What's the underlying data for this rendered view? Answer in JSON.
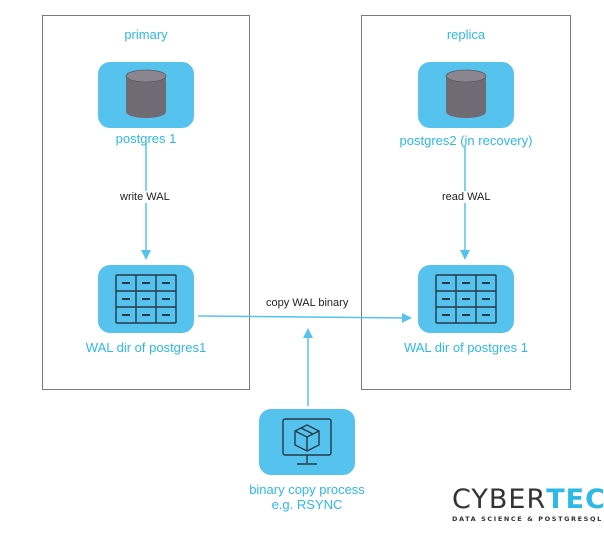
{
  "primary": {
    "title": "primary",
    "db_label": "postgres 1",
    "edge_label": "write WAL",
    "wal_label": "WAL dir of postgres1"
  },
  "replica": {
    "title": "replica",
    "db_label": "postgres2 (in recovery)",
    "edge_label": "read WAL",
    "wal_label": "WAL dir of postgres 1"
  },
  "copy_edge_label": "copy WAL binary",
  "process": {
    "label_line1": "binary copy process",
    "label_line2": "e.g. RSYNC"
  },
  "logo": {
    "part1": "CYBER",
    "part2": "TEC",
    "tagline": "DATA SCIENCE & POSTGRESQL"
  },
  "colors": {
    "accent": "#2eb8e6",
    "tile": "#56c3ee",
    "db": "#6f6a73"
  },
  "icons": [
    "database-icon",
    "folder-grid-icon",
    "monitor-box-icon"
  ]
}
